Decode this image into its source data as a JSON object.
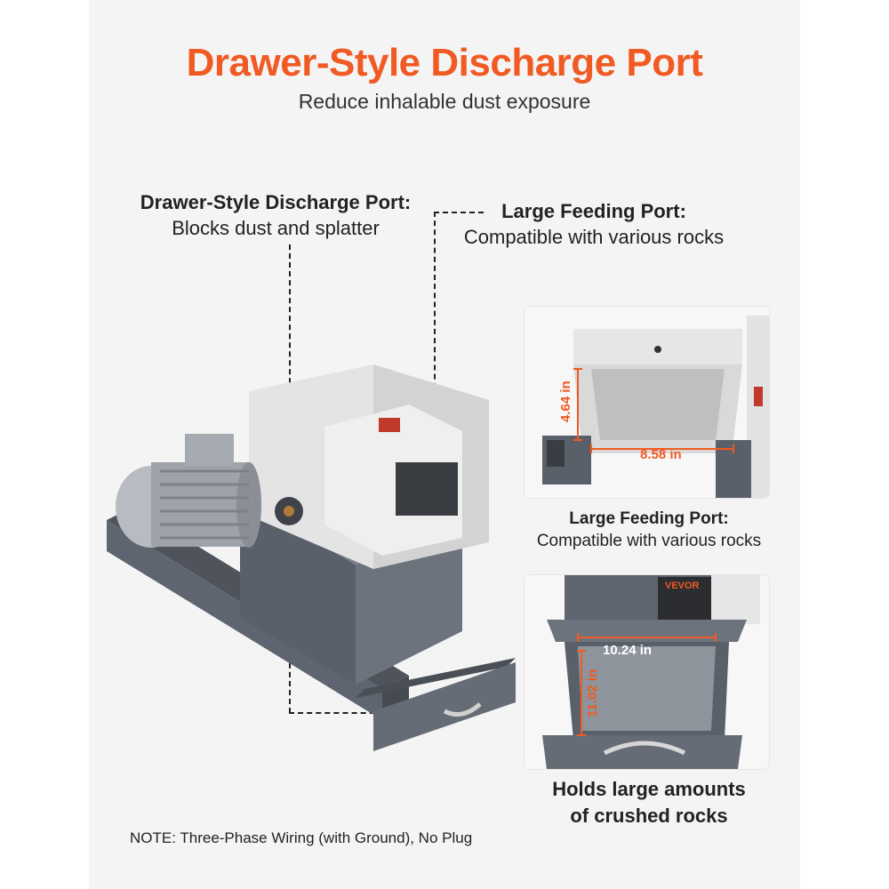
{
  "header": {
    "title": "Drawer-Style Discharge Port",
    "subtitle": "Reduce inhalable dust exposure"
  },
  "callouts": {
    "discharge": {
      "head": "Drawer-Style Discharge Port:",
      "desc": "Blocks dust and splatter"
    },
    "feeding": {
      "head": "Large Feeding Port:",
      "desc": "Compatible with various rocks"
    }
  },
  "insets": {
    "feeding": {
      "height_label": "4.64 in",
      "width_label": "8.58 in",
      "caption_head": "Large Feeding Port:",
      "caption_desc": "Compatible with various rocks"
    },
    "drawer": {
      "brand_label": "VEVOR",
      "width_label": "10.24 in",
      "depth_label": "11.02 in",
      "caption_line1": "Holds large amounts",
      "caption_line2": "of crushed rocks"
    }
  },
  "note": "NOTE: Three-Phase Wiring (with Ground), No Plug",
  "colors": {
    "accent": "#f15a22",
    "machine_gray": "#5f6570",
    "machine_white": "#e9e9e9",
    "background": "#f4f4f4"
  }
}
